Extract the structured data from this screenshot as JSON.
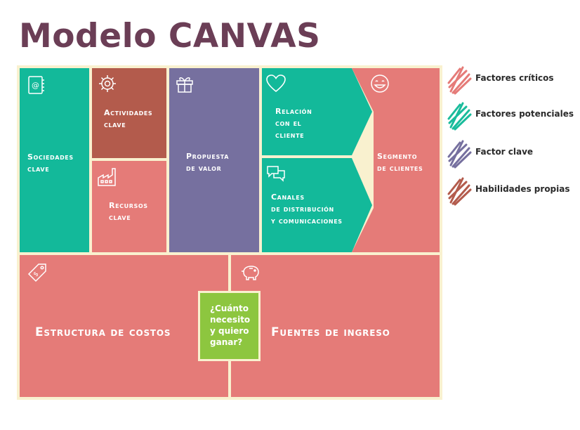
{
  "title": "Modelo CANVAS",
  "blocks": {
    "sociedades": "Sociedades\nclave",
    "actividades": "Actividades\nclave",
    "recursos": "Recursos\nclave",
    "propuesta": "Propuesta\nde valor",
    "relacion": "Relación\ncon el\ncliente",
    "canales": "Canales\nde distribución\ny comunicaciones",
    "segmento": "Segmento\nde clientes",
    "costos": "Estructura de costos",
    "ingresos": "Fuentes de ingreso",
    "pregunta": "¿Cuánto\nnecesito\ny quiero\nganar?"
  },
  "icons": {
    "sociedades": "address-book-icon",
    "actividades": "gear-icon",
    "recursos": "factory-icon",
    "propuesta": "gift-icon",
    "relacion": "heart-icon",
    "canales": "chat-bubbles-icon",
    "segmento": "smiley-icon",
    "costos": "price-tag-icon",
    "ingresos": "piggy-bank-icon"
  },
  "legend": [
    {
      "label": "Factores críticos",
      "color": "#e57b78"
    },
    {
      "label": "Factores potenciales",
      "color": "#1abc9c"
    },
    {
      "label": "Factor clave",
      "color": "#76709f"
    },
    {
      "label": "Habilidades propias",
      "color": "#b35b4c"
    }
  ],
  "colors": {
    "teal": "#13b99a",
    "coral": "#e57b78",
    "brick": "#b35b4c",
    "purple": "#76709f",
    "green": "#8dc63f",
    "border": "#f9f1cf",
    "title": "#6b3e56"
  }
}
